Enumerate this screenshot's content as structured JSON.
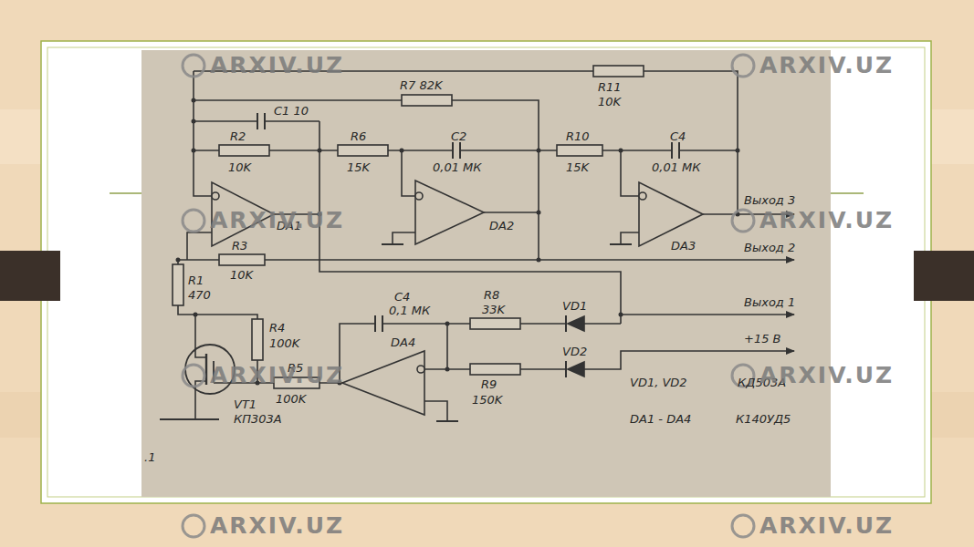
{
  "diagram": {
    "labels": [
      "R7 82K",
      "R11",
      "10K",
      "C1 10",
      "R2",
      "10K",
      "R6",
      "15K",
      "C2",
      "0,01 МК",
      "R10",
      "15K",
      "C4",
      "0,01 МК",
      "DA1",
      "DA2",
      "DA3",
      "Выход 3",
      "R3",
      "10K",
      "Выход 2",
      "R1",
      "470",
      "C4",
      "0,1 МК",
      "R8",
      "33K",
      "VD1",
      "Выход 1",
      "R4",
      "100K",
      "R5",
      "100K",
      "DA4",
      "R9",
      "150K",
      "VD2",
      "+15 В",
      "VD1, VD2",
      "КД503А",
      "DA1 - DA4",
      "К140УД5",
      "VT1",
      "КП303А",
      ".1",
      "ARXIV.UZ",
      "ARXIV.UZ",
      "ARXIV.UZ",
      "ARXIV.UZ",
      "ARXIV.UZ",
      "ARXIV.UZ",
      "ARXIV.UZ",
      "ARXIV.UZ"
    ]
  }
}
